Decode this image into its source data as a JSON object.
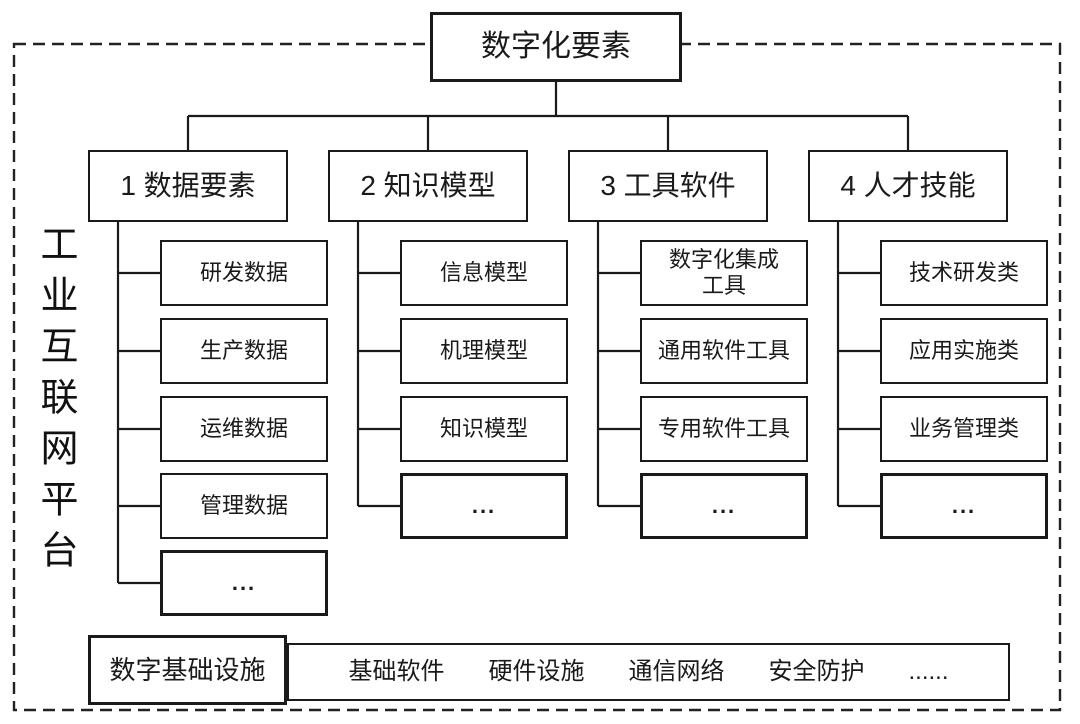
{
  "diagram": {
    "title": "数字化要素",
    "platform_label": "工业互联网平台",
    "columns": [
      {
        "label": "1 数据要素",
        "children": [
          "研发数据",
          "生产数据",
          "运维数据",
          "管理数据",
          "..."
        ]
      },
      {
        "label": "2 知识模型",
        "children": [
          "信息模型",
          "机理模型",
          "知识模型",
          "..."
        ]
      },
      {
        "label": "3 工具软件",
        "children": [
          "数字化集成\n工具",
          "通用软件工具",
          "专用软件工具",
          "..."
        ]
      },
      {
        "label": "4 人才技能",
        "children": [
          "技术研发类",
          "应用实施类",
          "业务管理类",
          "..."
        ]
      }
    ],
    "infrastructure": {
      "label": "数字基础设施",
      "items": [
        "基础软件",
        "硬件设施",
        "通信网络",
        "安全防护",
        "......"
      ]
    }
  }
}
